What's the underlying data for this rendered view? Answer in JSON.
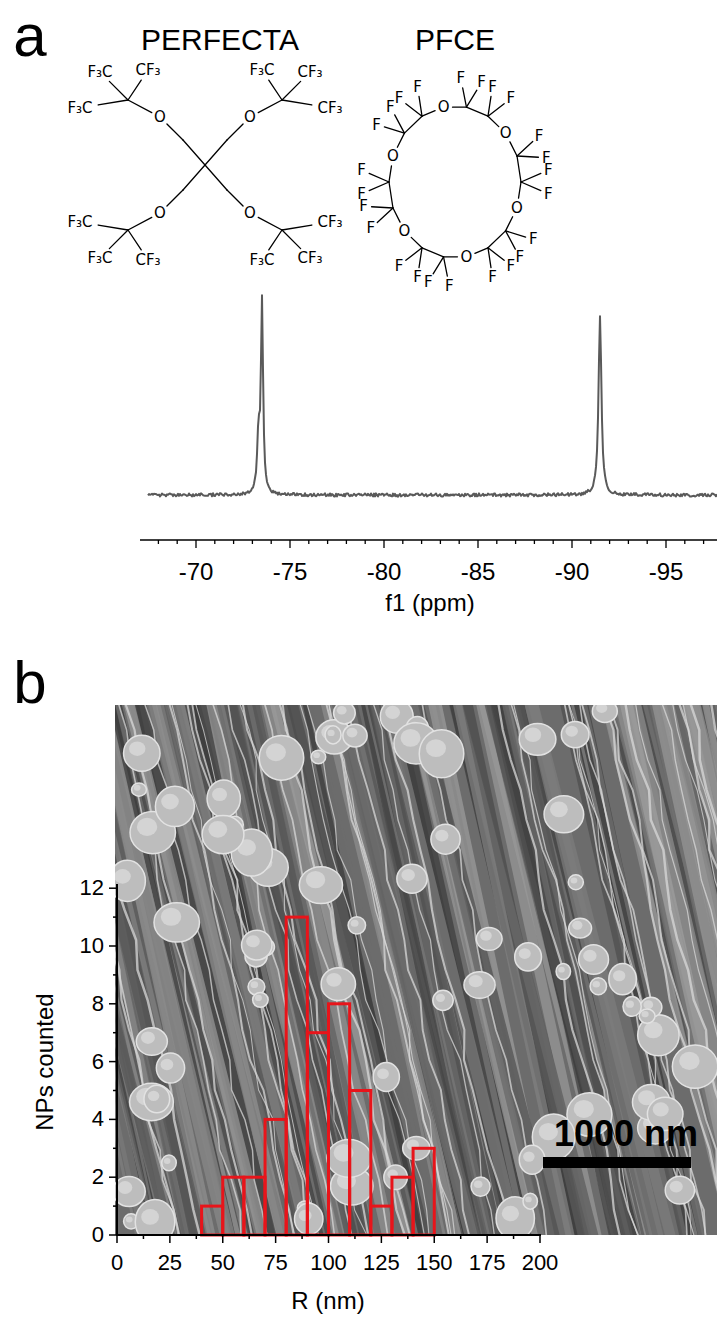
{
  "diagram": {
    "labels": [
      "a",
      "PERFECTA",
      "PFCE",
      "F₃C",
      "CF₃",
      "F₃C",
      "O",
      "F₃C",
      "CF₃",
      "O",
      "CF₃",
      "F₃C",
      "O",
      "F₃C",
      "CF₃",
      "O",
      "CF₃",
      "F₃C",
      "CF₃",
      "F",
      "F",
      "F",
      "F",
      "O",
      "F",
      "F",
      "F",
      "F",
      "O",
      "F",
      "F",
      "F",
      "F",
      "O",
      "F",
      "F",
      "F",
      "F",
      "O",
      "F",
      "F",
      "F",
      "F",
      "O",
      "F",
      "F",
      "F",
      "F",
      "O",
      "-70",
      "-75",
      "-80",
      "-85",
      "-90",
      "-95",
      "f1 (ppm)",
      "b",
      "0",
      "2",
      "4",
      "6",
      "8",
      "10",
      "12",
      "NPs counted",
      "0",
      "25",
      "50",
      "75",
      "100",
      "125",
      "150",
      "175",
      "200",
      "R (nm)",
      "1000 nm"
    ]
  }
}
